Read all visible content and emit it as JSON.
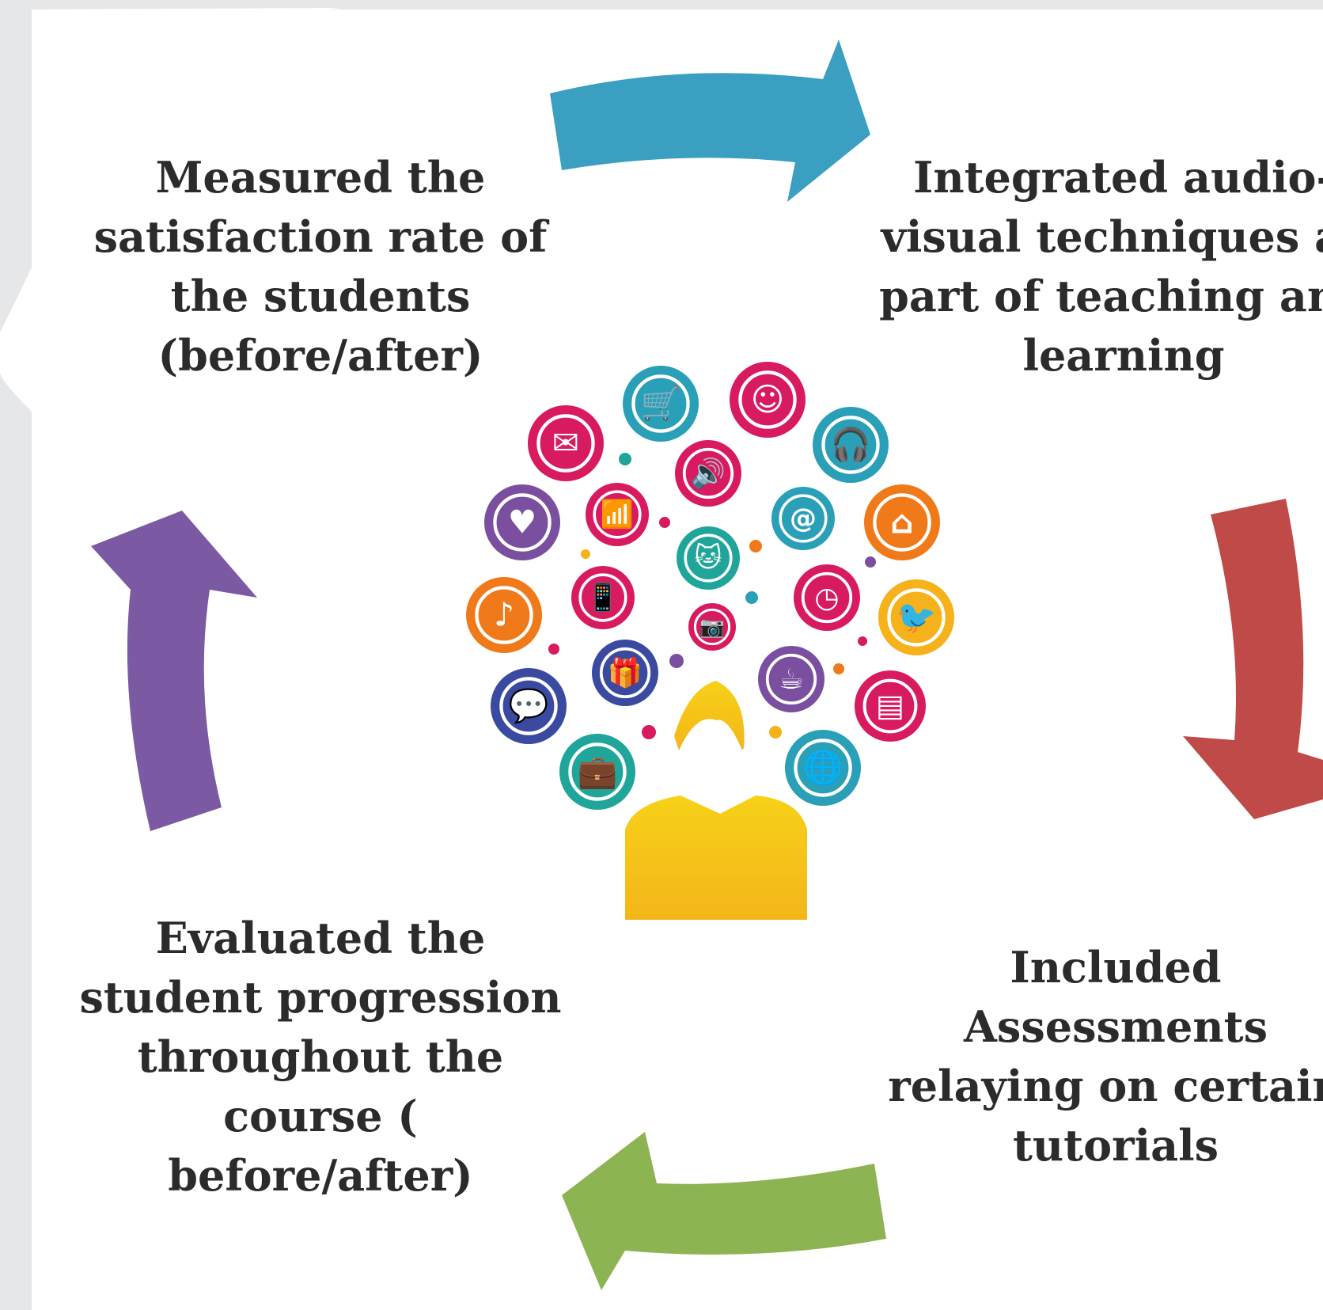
{
  "steps": [
    {
      "id": "top-left",
      "lines": [
        "Measured the",
        "satisfaction rate of",
        "the students",
        "(before/after)"
      ]
    },
    {
      "id": "top-right",
      "lines": [
        "Integrated audio-",
        "visual techniques as",
        "part of teaching and",
        "learning"
      ]
    },
    {
      "id": "bottom-right",
      "lines": [
        "Included",
        "Assessments",
        "relaying on certain",
        "tutorials"
      ]
    },
    {
      "id": "bottom-left",
      "lines": [
        "Evaluated the",
        "student progression",
        "throughout the",
        "course (",
        "before/after)"
      ]
    }
  ],
  "arrow_colors": {
    "top": "#3a9fc0",
    "right": "#c04a47",
    "bottom": "#8db452",
    "left": "#7b5aa3"
  },
  "center_icons": [
    {
      "name": "cart-icon",
      "color": "#2a9fb8",
      "glyph": "🛒"
    },
    {
      "name": "smiley-icon",
      "color": "#d81b60",
      "glyph": "☺"
    },
    {
      "name": "mail-icon",
      "color": "#d81b60",
      "glyph": "✉"
    },
    {
      "name": "headphones-icon",
      "color": "#2a9fb8",
      "glyph": "🎧"
    },
    {
      "name": "speaker-icon",
      "color": "#d81b60",
      "glyph": "🔊"
    },
    {
      "name": "heart-icon",
      "color": "#7b4fa0",
      "glyph": "♥"
    },
    {
      "name": "wifi-icon",
      "color": "#d81b60",
      "glyph": "📶"
    },
    {
      "name": "at-icon",
      "color": "#2a9fb8",
      "glyph": "@"
    },
    {
      "name": "home-icon",
      "color": "#f07a1a",
      "glyph": "⌂"
    },
    {
      "name": "cat-icon",
      "color": "#1fa59a",
      "glyph": "🐱"
    },
    {
      "name": "music-icon",
      "color": "#f07a1a",
      "glyph": "♪"
    },
    {
      "name": "phone-icon",
      "color": "#d81b60",
      "glyph": "📱"
    },
    {
      "name": "clock-icon",
      "color": "#d81b60",
      "glyph": "◷"
    },
    {
      "name": "bird-icon",
      "color": "#f5b21b",
      "glyph": "🐦"
    },
    {
      "name": "camera-icon",
      "color": "#d81b60",
      "glyph": "📷"
    },
    {
      "name": "chat-icon",
      "color": "#3a4aa0",
      "glyph": "💬"
    },
    {
      "name": "gift-icon",
      "color": "#3a4aa0",
      "glyph": "🎁"
    },
    {
      "name": "coffee-icon",
      "color": "#7b4fa0",
      "glyph": "☕"
    },
    {
      "name": "notebook-icon",
      "color": "#d81b60",
      "glyph": "▤"
    },
    {
      "name": "briefcase-icon",
      "color": "#1fa59a",
      "glyph": "💼"
    },
    {
      "name": "globe-icon",
      "color": "#2a9fb8",
      "glyph": "🌐"
    }
  ]
}
